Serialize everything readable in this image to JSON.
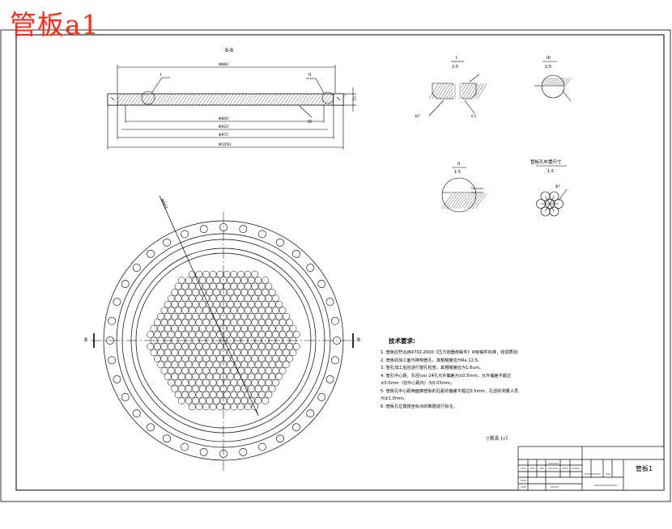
{
  "watermark": "管板a1",
  "section_view": {
    "label": "B-B",
    "leader_I": "I",
    "leader_II": "II",
    "leader_III": "III",
    "dim_top": "Φ880",
    "dim_d1": "Φ800",
    "dim_d2": "Φ920",
    "dim_d3": "Φ975",
    "dim_d4": "Φ1050",
    "dim_thickness": "52"
  },
  "details": {
    "I": {
      "title": "I",
      "scale": "2:5"
    },
    "III": {
      "title": "III",
      "scale": "2:5"
    },
    "II": {
      "title": "II",
      "scale": "1:5"
    },
    "holes": {
      "title": "管板孔布置尺寸",
      "scale": "1:5"
    }
  },
  "front_view": {
    "cut_left": "B",
    "cut_right": "B",
    "center_label": "Φ843"
  },
  "tech_req": {
    "title": "技术要求:",
    "items": [
      "1. 管板应符合JB4732-2000《压力容器用锻件》III级锻件标准，经调质处理。",
      "2. 管板的加工面与换热管孔，其粗糙度应为Ra 12.5。",
      "3. 管孔加工后应进行管孔检查，其粗糙度应为1.6um。",
      "4. 管孔中心距，孔径(ss) 24孔允许偏差为±0.5mm，允许偏差不超过",
      "   ±0.5mm（在中心距内）为0.03mm。",
      "5. 管板孔中心距两面离管板的孔距的偏差不超过0.5mm，孔径的测量人员应提交",
      "   为±1.0mm。",
      "6. 管板孔位置按坐标点的数据进行标注。"
    ]
  },
  "roughness_note": "▽其余 (√)",
  "title_block": {
    "drawing_name": "管板1"
  }
}
